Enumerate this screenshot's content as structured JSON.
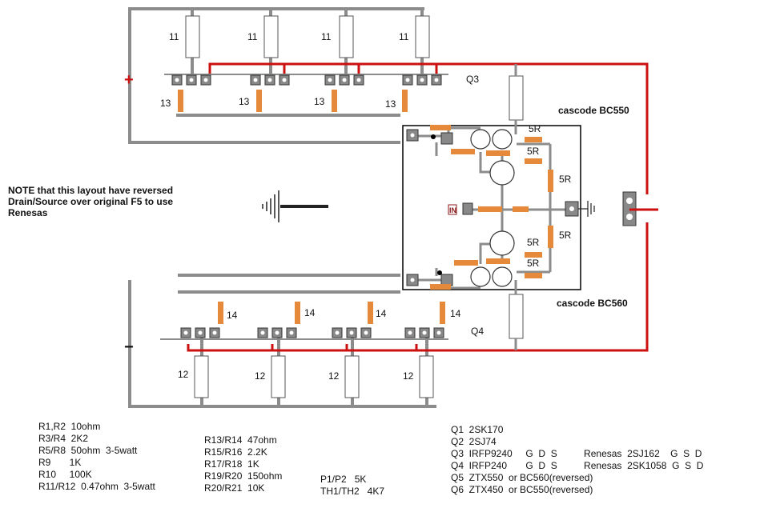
{
  "labels": {
    "r11": "11",
    "r12": "12",
    "r13": "13",
    "r14": "14",
    "plus": "+",
    "minus": "−",
    "q3": "Q3",
    "q4": "Q4",
    "cascode_top": "cascode BC550",
    "cascode_bottom": "cascode BC560",
    "r5": "5R",
    "in": "IN"
  },
  "note": [
    "NOTE that this layout have reversed",
    "Drain/Source over original F5 to use",
    "Renesas"
  ],
  "legend_col1": [
    "R1,R2  10ohm",
    "R3/R4  2K2",
    "R5/R8  50ohm  3-5watt",
    "R9       1K",
    "R10     100K",
    "R11/R12  0.47ohm  3-5watt"
  ],
  "legend_col2": [
    "R13/R14  47ohm",
    "R15/R16  2.2K",
    "R17/R18  1K",
    "R19/R20  150ohm",
    "R20/R21  10K"
  ],
  "legend_col3": [
    "P1/P2   5K",
    "TH1/TH2   4K7"
  ],
  "legend_col4": [
    "Q1  2SK170",
    "Q2  2SJ74",
    "Q3  IRFP9240     G  D  S          Renesas  2SJ162    G  S  D",
    "Q4  IRFP240       G  D  S          Renesas  2SK1058  G  S  D",
    "Q5  ZTX550  or BC560(reversed)",
    "Q6  ZTX450  or BC550(reversed)"
  ],
  "colors": {
    "trace": "#8c8c8c",
    "power": "#cc1010",
    "resistor_body": "#e58a3a",
    "pad": "#888888",
    "outline": "#000000"
  }
}
